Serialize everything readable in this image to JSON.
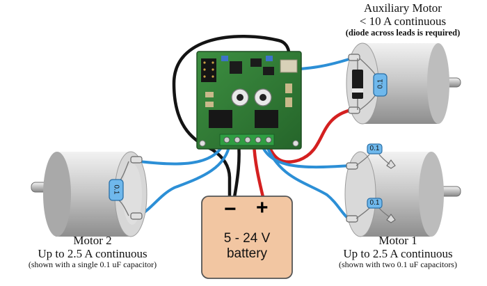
{
  "aux_motor": {
    "title": "Auxiliary Motor",
    "current": "< 10 A continuous",
    "note": "(diode across leads is required)",
    "capacitor_label": "0.1"
  },
  "motor1": {
    "title": "Motor 1",
    "current": "Up to 2.5 A continuous",
    "note": "(shown with two 0.1 uF capacitors)",
    "capacitor_labels": [
      "0.1",
      "0.1"
    ]
  },
  "motor2": {
    "title": "Motor 2",
    "current": "Up to 2.5 A continuous",
    "note": "(shown with a single 0.1 uF capacitor)",
    "capacitor_label": "0.1"
  },
  "battery": {
    "voltage": "5 - 24 V",
    "label": "battery",
    "negative": "−",
    "positive": "+"
  },
  "colors": {
    "wire_blue": "#2c8fd6",
    "wire_red": "#d42020",
    "wire_black": "#141414",
    "board_green": "#2f7a35",
    "battery_fill": "#f2c6a2",
    "motor_body": "#c8c8c8",
    "capacitor_blue": "#6fb8ec"
  },
  "icons": [
    "motor-icon",
    "controller-board-icon",
    "battery-icon",
    "capacitor-icon",
    "diode-icon"
  ]
}
